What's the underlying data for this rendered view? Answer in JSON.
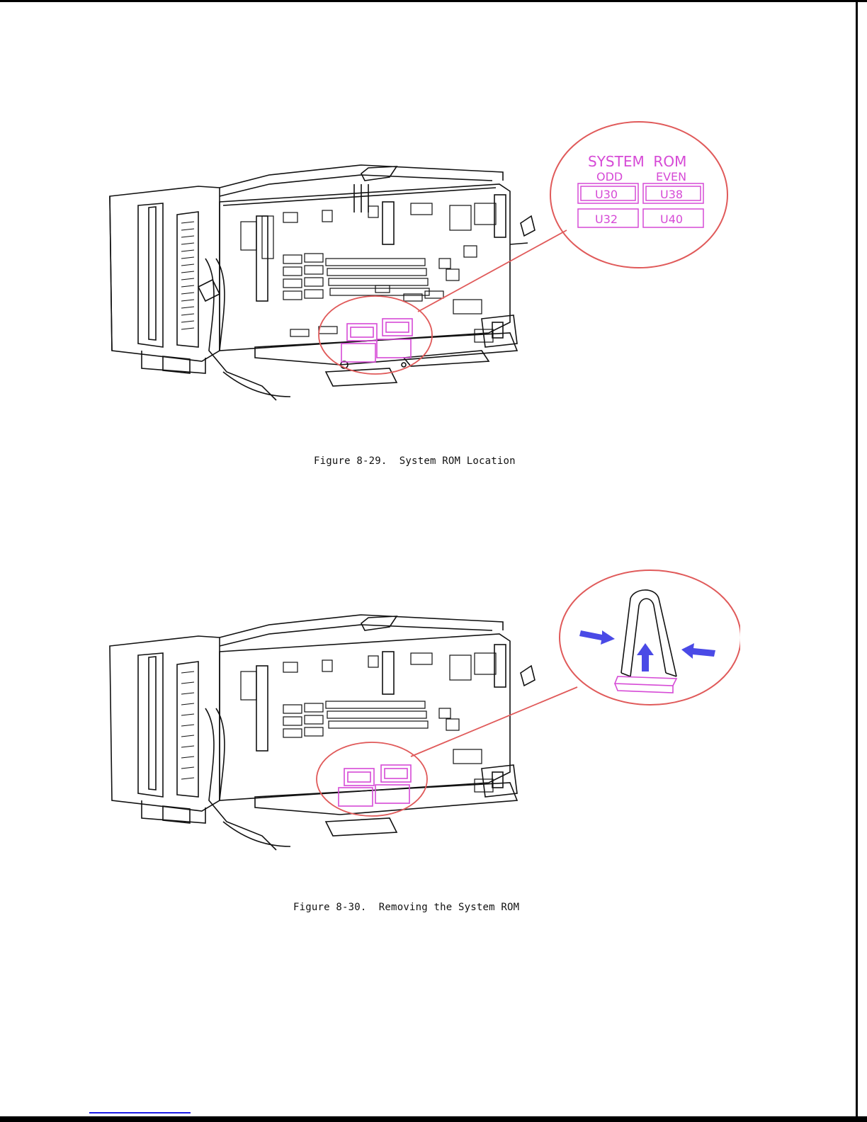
{
  "figures": [
    {
      "caption": "Figure 8-29.  System ROM Location",
      "callout": {
        "title": "SYSTEM  ROM",
        "col_left": "ODD",
        "col_right": "EVEN",
        "chips": [
          "U30",
          "U38",
          "U32",
          "U40"
        ]
      }
    },
    {
      "caption": "Figure 8-30.  Removing the System ROM"
    }
  ],
  "colors": {
    "line_art": "#111111",
    "callout_circle": "#e05a5a",
    "rom_highlight": "#d64ad6",
    "arrow": "#4a4ae6"
  },
  "icons": [
    "computer-chassis-illustration",
    "ic-extractor-tool-icon",
    "push-arrow-icon"
  ]
}
